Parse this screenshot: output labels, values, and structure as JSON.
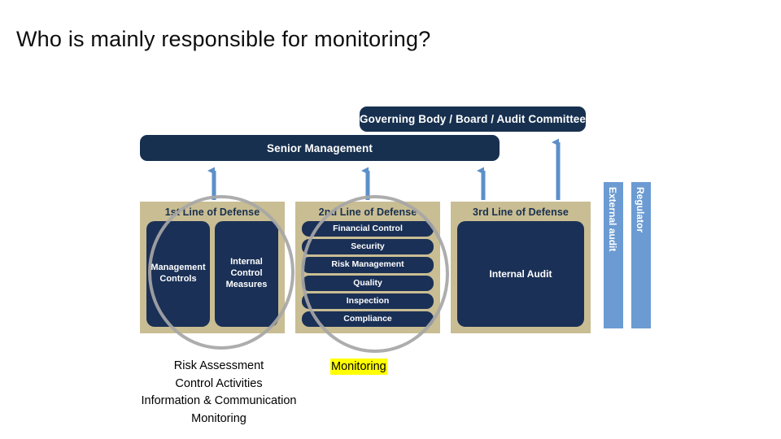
{
  "slide": {
    "title": "Who is mainly responsible for monitoring?"
  },
  "diagram": {
    "governance_bars": [
      {
        "id": "governing",
        "label": "Governing Body / Board / Audit Committee"
      },
      {
        "id": "senior",
        "label": "Senior Management"
      }
    ],
    "lines_of_defense": [
      {
        "id": "first",
        "title": "1st Line of Defense",
        "layout": "columns",
        "panels": [
          "Management Controls",
          "Internal Control Measures"
        ]
      },
      {
        "id": "second",
        "title": "2nd Line of Defense",
        "layout": "rows",
        "panels": [
          "Financial Control",
          "Security",
          "Risk Management",
          "Quality",
          "Inspection",
          "Compliance"
        ]
      },
      {
        "id": "third",
        "title": "3rd Line of Defense",
        "layout": "columns",
        "panels": [
          "Internal Audit"
        ]
      }
    ],
    "vertical_bars": [
      {
        "id": "external-audit",
        "label": "External audit"
      },
      {
        "id": "regulator",
        "label": "Regulator"
      }
    ],
    "colors": {
      "navy": "#17304f",
      "panel_navy": "#1a3056",
      "tan": "#c9bd93",
      "arrow_blue": "#5b8fc9",
      "vbar_blue": "#6b9bd2",
      "ellipse_gray": "#a6a6a6",
      "highlight_yellow": "#ffff00"
    }
  },
  "caption": {
    "components": "Risk Assessment\nControl Activities\nInformation & Communication\nMonitoring",
    "highlight": "Monitoring"
  }
}
